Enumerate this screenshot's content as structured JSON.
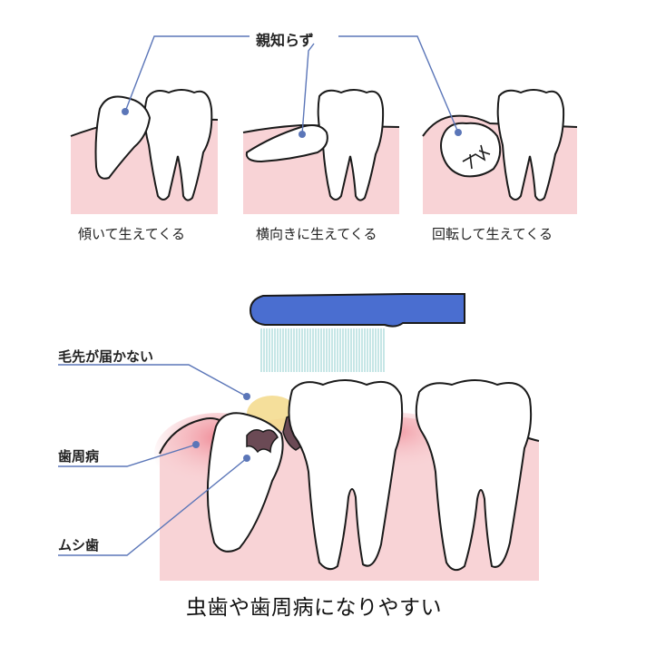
{
  "labels": {
    "wisdom_tooth": "親知らず",
    "captions": [
      "傾いて生えてくる",
      "横向きに生えてくる",
      "回転して生えてくる"
    ],
    "bristles_cannot_reach": "毛先が届かない",
    "gum_disease": "歯周病",
    "cavity": "ムシ歯",
    "bottom_text": "虫歯や歯周病になりやすい"
  },
  "colors": {
    "gum": "#f8d3d6",
    "gum_deep": "#f09aa3",
    "outline": "#1a1a1a",
    "leader_line": "#5b76b8",
    "toothbrush": "#4a6ed0",
    "bristles": "#9fd4d6",
    "plaque": "#f3d98a",
    "decay": "#6b4a55"
  }
}
